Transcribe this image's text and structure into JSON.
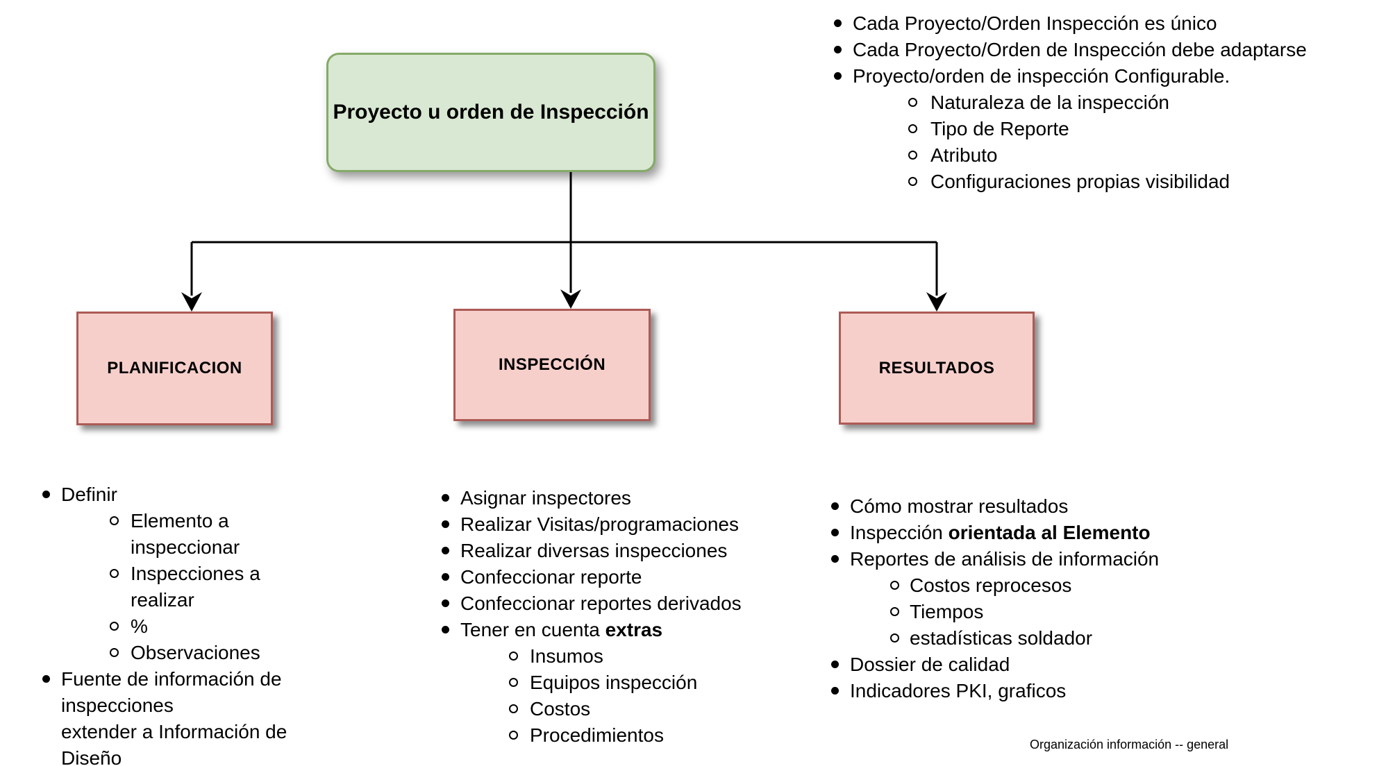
{
  "diagram": {
    "root_box": {
      "label": "Proyecto u orden de Inspección"
    },
    "notes": {
      "items": [
        {
          "level": 1,
          "segments": [
            {
              "text": "Cada Proyecto/Orden Inspección es único"
            }
          ]
        },
        {
          "level": 1,
          "segments": [
            {
              "text": "Cada Proyecto/Orden de Inspección debe adaptarse"
            }
          ]
        },
        {
          "level": 1,
          "segments": [
            {
              "text": "Proyecto/orden de inspección Configurable."
            }
          ]
        },
        {
          "level": 2,
          "segments": [
            {
              "text": "Naturaleza de la inspección"
            }
          ]
        },
        {
          "level": 2,
          "segments": [
            {
              "text": "Tipo de Reporte"
            }
          ]
        },
        {
          "level": 2,
          "segments": [
            {
              "text": "Atributo"
            }
          ]
        },
        {
          "level": 2,
          "segments": [
            {
              "text": "Configuraciones propias visibilidad"
            }
          ]
        }
      ]
    },
    "branches": [
      {
        "key": "planificacion",
        "box_label": "PLANIFICACION",
        "items": [
          {
            "level": 1,
            "segments": [
              {
                "text": "Definir"
              }
            ]
          },
          {
            "level": 2,
            "segments": [
              {
                "text": "Elemento a inspeccionar"
              }
            ]
          },
          {
            "level": 2,
            "segments": [
              {
                "text": "Inspecciones a realizar"
              }
            ]
          },
          {
            "level": 2,
            "segments": [
              {
                "text": "%"
              }
            ]
          },
          {
            "level": 2,
            "segments": [
              {
                "text": "Observaciones"
              }
            ]
          },
          {
            "level": 1,
            "segments": [
              {
                "text": "Fuente de información de\ninspecciones\nextender a Información de\nDiseño"
              }
            ]
          }
        ]
      },
      {
        "key": "inspeccion",
        "box_label": "INSPECCIÓN",
        "items": [
          {
            "level": 1,
            "segments": [
              {
                "text": "Asignar inspectores"
              }
            ]
          },
          {
            "level": 1,
            "segments": [
              {
                "text": "Realizar Visitas/programaciones"
              }
            ]
          },
          {
            "level": 1,
            "segments": [
              {
                "text": "Realizar diversas inspecciones"
              }
            ]
          },
          {
            "level": 1,
            "segments": [
              {
                "text": "Confeccionar reporte"
              }
            ]
          },
          {
            "level": 1,
            "segments": [
              {
                "text": "Confeccionar reportes derivados"
              }
            ]
          },
          {
            "level": 1,
            "segments": [
              {
                "text": "Tener en cuenta "
              },
              {
                "text": "extras",
                "bold": true
              }
            ]
          },
          {
            "level": 2,
            "segments": [
              {
                "text": "Insumos"
              }
            ]
          },
          {
            "level": 2,
            "segments": [
              {
                "text": "Equipos inspección"
              }
            ]
          },
          {
            "level": 2,
            "segments": [
              {
                "text": "Costos"
              }
            ]
          },
          {
            "level": 2,
            "segments": [
              {
                "text": "Procedimientos"
              }
            ]
          }
        ]
      },
      {
        "key": "resultados",
        "box_label": "RESULTADOS",
        "items": [
          {
            "level": 1,
            "segments": [
              {
                "text": "Cómo mostrar resultados"
              }
            ]
          },
          {
            "level": 1,
            "segments": [
              {
                "text": "Inspección "
              },
              {
                "text": "orientada al Elemento",
                "bold": true
              }
            ]
          },
          {
            "level": 1,
            "segments": [
              {
                "text": "Reportes de análisis de información"
              }
            ]
          },
          {
            "level": 2,
            "segments": [
              {
                "text": "Costos reprocesos"
              }
            ]
          },
          {
            "level": 2,
            "segments": [
              {
                "text": "Tiempos"
              }
            ]
          },
          {
            "level": 2,
            "segments": [
              {
                "text": "estadísticas soldador"
              }
            ]
          },
          {
            "level": 1,
            "segments": [
              {
                "text": "Dossier de calidad"
              }
            ]
          },
          {
            "level": 1,
            "segments": [
              {
                "text": "Indicadores PKI, graficos"
              }
            ]
          }
        ]
      }
    ],
    "caption": "Organización información -- general"
  },
  "colors": {
    "root_fill": "#d9e8d2",
    "root_border": "#85aa68",
    "branch_fill": "#f6cfcb",
    "branch_border": "#ad5a55",
    "connector": "#000000"
  }
}
